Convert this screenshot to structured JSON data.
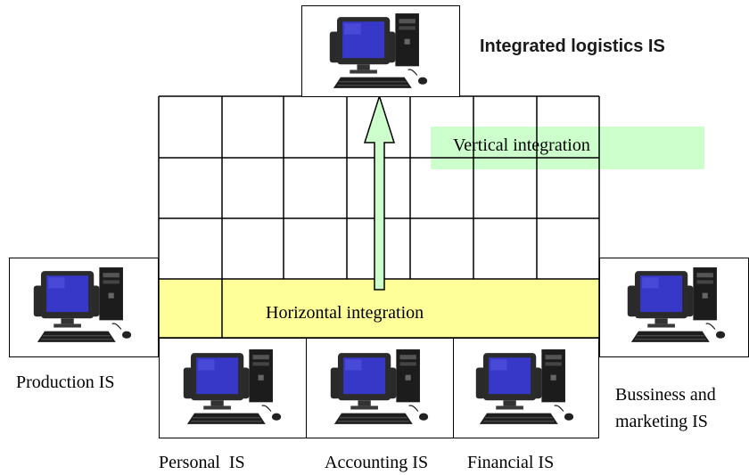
{
  "title": "Integrated logistics IS",
  "vertical_label": "Vertical integration",
  "horizontal_label": "Horizontal integration",
  "systems": {
    "production": "Production IS",
    "personal": "Personal  IS",
    "accounting": "Accounting IS",
    "financial": "Financial IS",
    "business_line1": "Bussiness and",
    "business_line2": "marketing IS"
  },
  "colors": {
    "horizontal_band": "#ffff99",
    "vertical_band": "#ccffcc",
    "arrow_fill": "#ccffcc",
    "monitor_screen": "#3b3bd4",
    "computer_body": "#222222"
  },
  "icons": [
    "computer-icon"
  ]
}
